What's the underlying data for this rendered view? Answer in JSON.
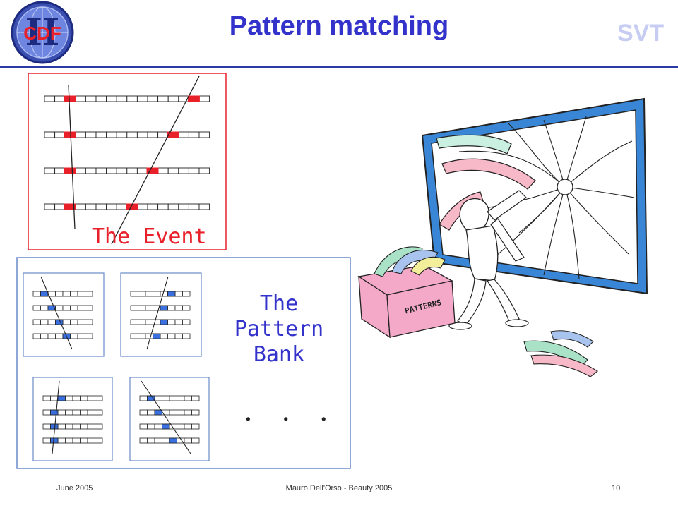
{
  "header": {
    "title": "Pattern matching",
    "logo_text": "CDF",
    "logo_roman": "II",
    "svt_label": "SVT"
  },
  "event_panel": {
    "label": "The Event"
  },
  "pattern_bank": {
    "label_line1": "The Pattern",
    "label_line2": "Bank",
    "ellipsis": ". . ."
  },
  "illustration": {
    "box_label": "PATTERNS"
  },
  "footer": {
    "left": "June 2005",
    "center": "Mauro Dell'Orso - Beauty 2005",
    "right": "10"
  },
  "colors": {
    "title": "#3333cc",
    "accent_red": "#e8202a",
    "hit_blue": "#3a6fe0",
    "rule": "#2a3aa8"
  }
}
